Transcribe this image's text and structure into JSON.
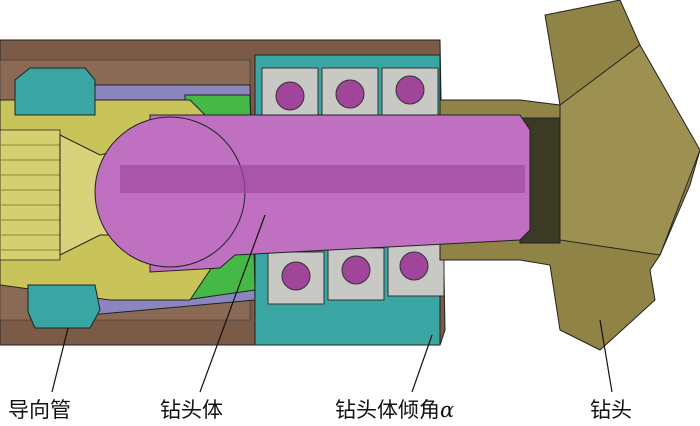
{
  "labels": {
    "guide_tube": "导向管",
    "bit_body": "钻头体",
    "bit_body_tilt": "钻头体倾角",
    "alpha": "α",
    "drill_bit": "钻头"
  },
  "colors": {
    "tube_brown": "#7b5a46",
    "housing_teal": "#3aa6a3",
    "rod_pink": "#c070c0",
    "bit_olive": "#8f8445",
    "holder_yellow": "#c8c45a",
    "lavender": "#8c86c0",
    "green": "#46b845",
    "bearing_gray": "#c8c8c4",
    "ball_purple": "#a0459a"
  }
}
